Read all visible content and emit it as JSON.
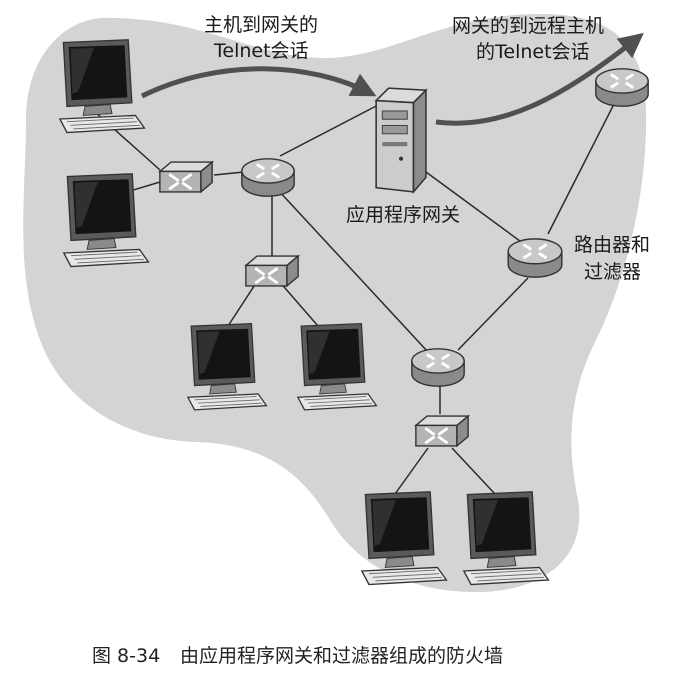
{
  "labels": {
    "session_host_line1": "主机到网关的",
    "session_host_line2": "Telnet会话",
    "session_remote_line1": "网关的到远程主机",
    "session_remote_line2": "的Telnet会话",
    "gateway": "应用程序网关",
    "router_line1": "路由器和",
    "router_line2": "过滤器"
  },
  "caption": {
    "figure_number": "图 8-34",
    "text": "由应用程序网关和过滤器组成的防火墙"
  },
  "colors": {
    "cloud": "#d4d4d4",
    "router": "#a8a8a8",
    "switch": "#b4b4b4",
    "screen": "#1a1a1a",
    "arrow": "#505050"
  }
}
